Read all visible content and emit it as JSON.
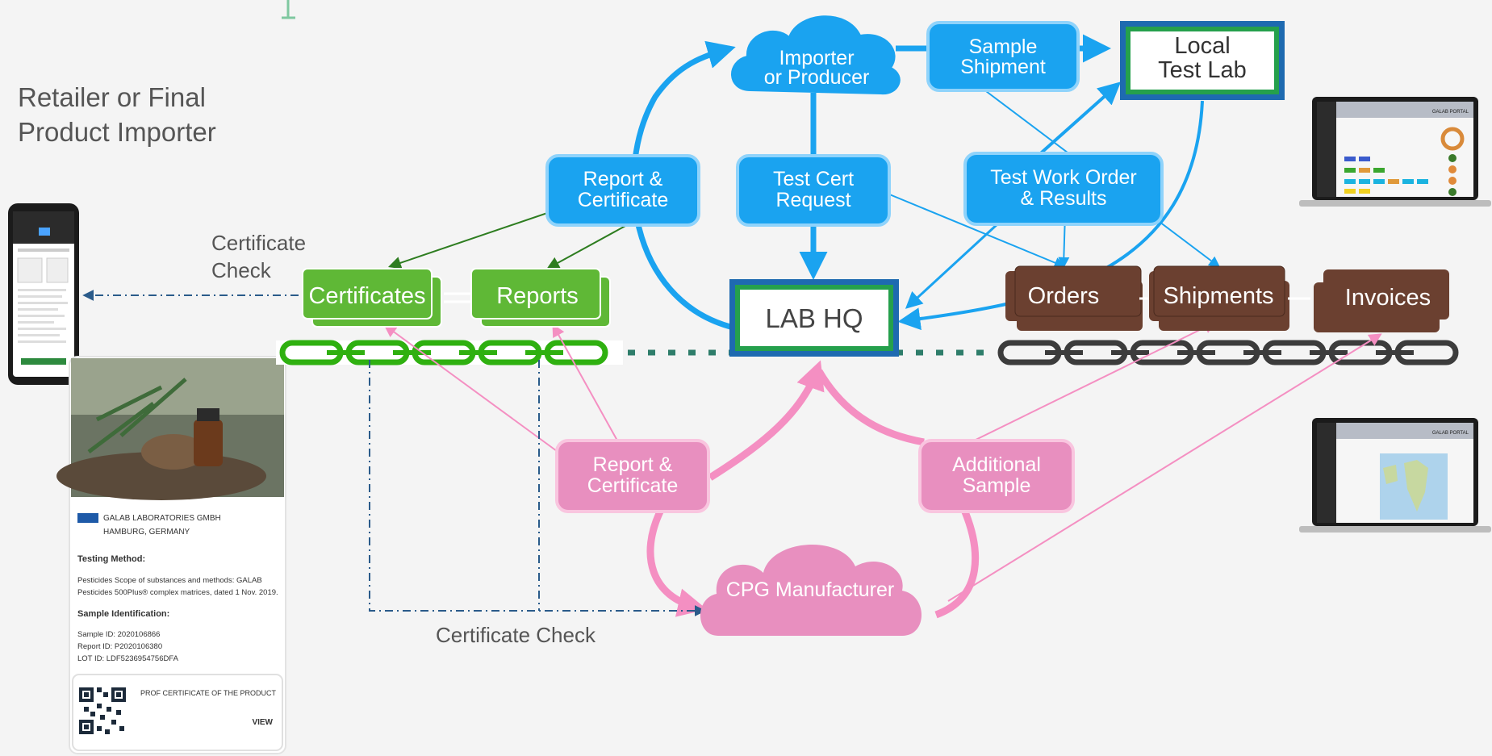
{
  "left_panel": {
    "retailer_label_line1": "Retailer or Final",
    "retailer_label_line2": "Product Importer",
    "certificate_check_line1": "Certificate",
    "certificate_check_line2": "Check",
    "bottom_certificate_check": "Certificate Check"
  },
  "nodes": {
    "importer_line1": "Importer",
    "importer_line2": "or Producer",
    "sample_shipment_line1": "Sample",
    "sample_shipment_line2": "Shipment",
    "local_test_lab_line1": "Local",
    "local_test_lab_line2": "Test Lab",
    "report_cert_top_line1": "Report &",
    "report_cert_top_line2": "Certificate",
    "test_cert_request_line1": "Test Cert",
    "test_cert_request_line2": "Request",
    "test_work_order_line1": "Test Work Order",
    "test_work_order_line2": "& Results",
    "lab_hq": "LAB HQ",
    "certificates": "Certificates",
    "reports": "Reports",
    "orders": "Orders",
    "shipments": "Shipments",
    "invoices": "Invoices",
    "report_cert_bottom_line1": "Report &",
    "report_cert_bottom_line2": "Certificate",
    "additional_sample_line1": "Additional",
    "additional_sample_line2": "Sample",
    "cpg_manufacturer": "CPG Manufacturer"
  },
  "certificate_card": {
    "company": "GALAB LABORATORIES GMBH",
    "location": "HAMBURG, GERMANY",
    "testing_method_heading": "Testing Method:",
    "testing_method_line1": "Pesticides Scope of substances and methods: GALAB",
    "testing_method_line2": "Pesticides 500Plus® complex matrices, dated 1 Nov. 2019.",
    "sample_identification_heading": "Sample Identification:",
    "sample_id": "Sample ID: 2020106866",
    "report_id": "Report ID: P2020106380",
    "lot_id": "LOT ID: LDF5236954756DFA",
    "proof_label": "PROF CERTIFICATE OF THE PRODUCT",
    "view_label": "VIEW"
  },
  "laptop_top": {
    "portal_title": "GALAB PORTAL"
  },
  "laptop_bottom": {
    "portal_title": "GALAB PORTAL"
  },
  "colors": {
    "blue": "#1aa3f0",
    "blue_light_border": "#8fd3fb",
    "green_node": "#5fb836",
    "green_chain": "#2fb010",
    "brown_node": "#6b4030",
    "pink_node": "#e88fbf",
    "pink_line": "#f48fc2",
    "hq_border_blue": "#1e6ab0",
    "hq_border_green": "#25a04c",
    "teal_dots": "#2e7d6a"
  }
}
